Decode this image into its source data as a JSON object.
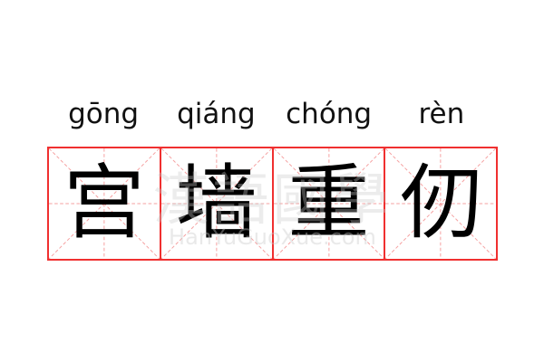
{
  "word": {
    "pinyin": [
      "gōng",
      "qiáng",
      "chóng",
      "rèn"
    ],
    "characters": [
      "宫",
      "墙",
      "重",
      "仞"
    ]
  },
  "watermark": {
    "chinese": "漢語國學",
    "site": "HanYuGuoXue.com"
  },
  "colors": {
    "grid_border": "#f03030",
    "guide_lines": "#f5a0a0",
    "text": "#000000"
  }
}
